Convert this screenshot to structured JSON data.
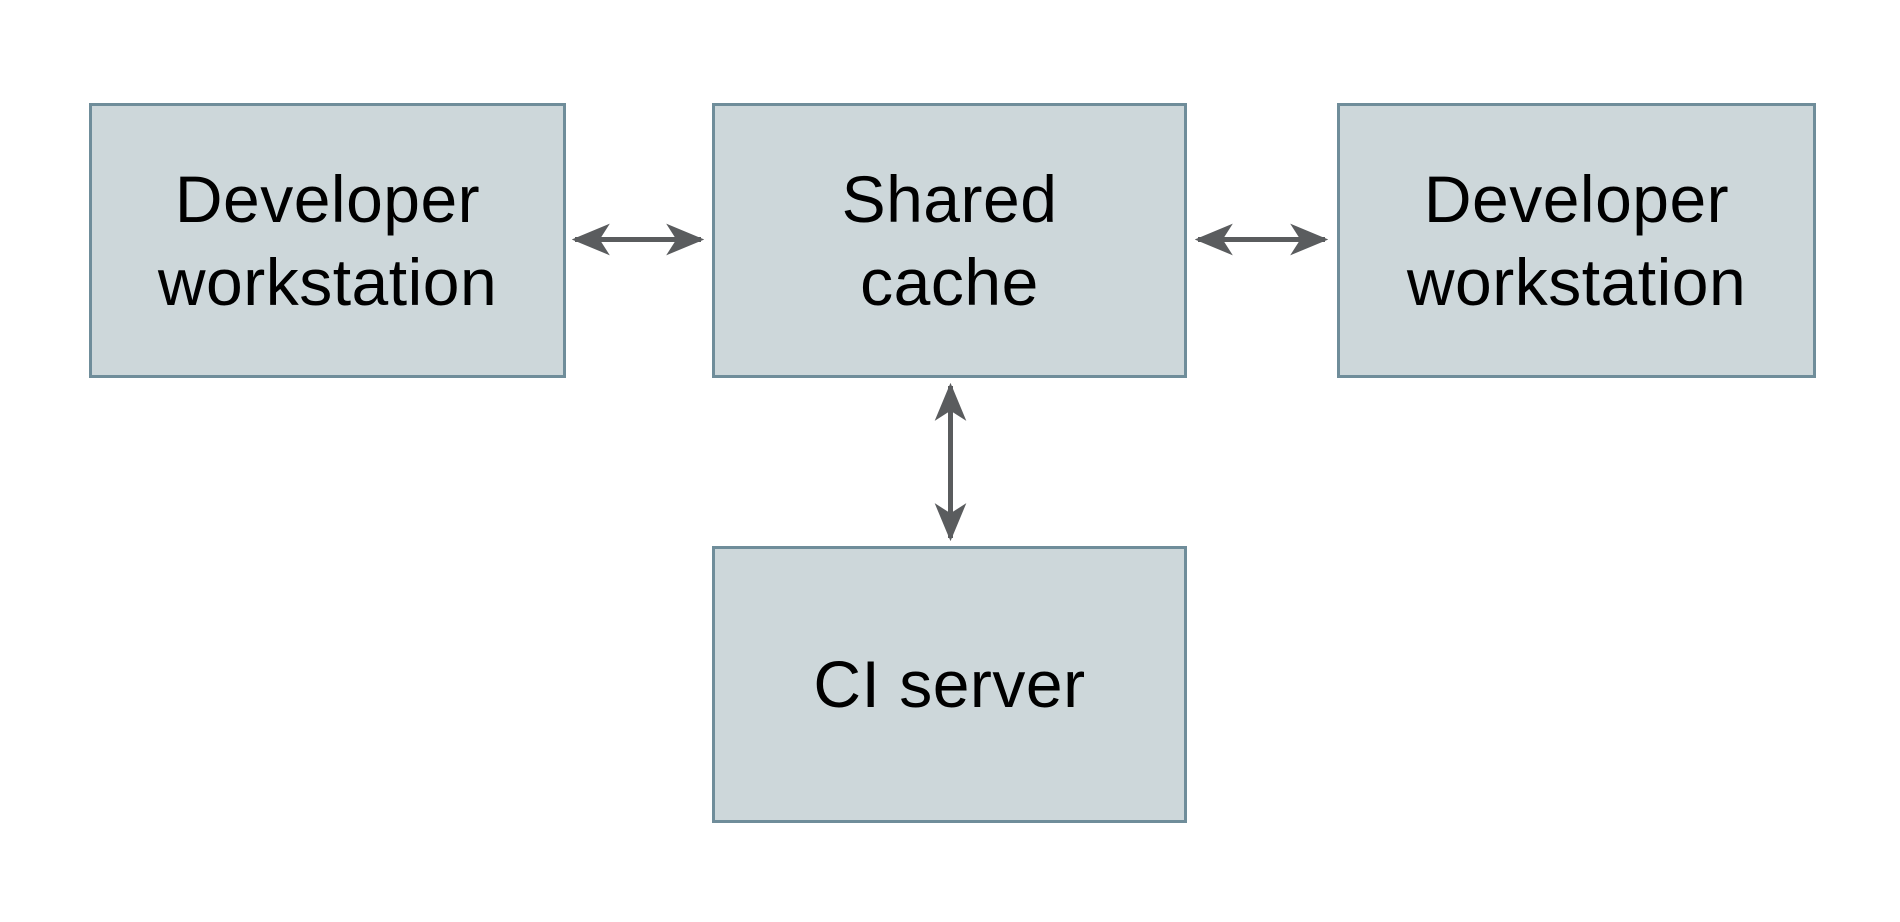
{
  "nodes": [
    {
      "id": "developer-workstation-left",
      "label": "Developer\nworkstation"
    },
    {
      "id": "shared-cache",
      "label": "Shared\ncache"
    },
    {
      "id": "developer-workstation-right",
      "label": "Developer\nworkstation"
    },
    {
      "id": "ci-server",
      "label": "CI server"
    }
  ],
  "edges": [
    {
      "from": "developer-workstation-left",
      "to": "shared-cache",
      "bidirectional": true,
      "orientation": "horizontal"
    },
    {
      "from": "shared-cache",
      "to": "developer-workstation-right",
      "bidirectional": true,
      "orientation": "horizontal"
    },
    {
      "from": "shared-cache",
      "to": "ci-server",
      "bidirectional": true,
      "orientation": "vertical"
    }
  ],
  "colors": {
    "background": "#ffffff",
    "node_fill": "#cdd7da",
    "node_border": "#6f8d9a",
    "arrow": "#5a5c5e",
    "text": "#000000"
  }
}
